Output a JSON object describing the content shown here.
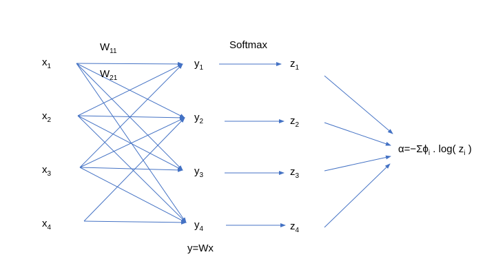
{
  "inputs": [
    {
      "base": "x",
      "sub": "1"
    },
    {
      "base": "x",
      "sub": "2"
    },
    {
      "base": "x",
      "sub": "3"
    },
    {
      "base": "x",
      "sub": "4"
    }
  ],
  "hidden": [
    {
      "base": "y",
      "sub": "1"
    },
    {
      "base": "y",
      "sub": "2"
    },
    {
      "base": "y",
      "sub": "3"
    },
    {
      "base": "y",
      "sub": "4"
    }
  ],
  "outputs": [
    {
      "base": "z",
      "sub": "1"
    },
    {
      "base": "z",
      "sub": "2"
    },
    {
      "base": "z",
      "sub": "3"
    },
    {
      "base": "z",
      "sub": "4"
    }
  ],
  "weights": [
    {
      "base": "W",
      "sub": "11"
    },
    {
      "base": "W",
      "sub": "21"
    }
  ],
  "softmax_label": "Softmax",
  "equation_label": "y=Wx",
  "loss": {
    "prefix": "α=−Σϕ",
    "sub": "i",
    "middle": " . log( z",
    "sub2": "i",
    "suffix": " )"
  },
  "colors": {
    "arrow": "#4472c4",
    "text": "#000000"
  }
}
